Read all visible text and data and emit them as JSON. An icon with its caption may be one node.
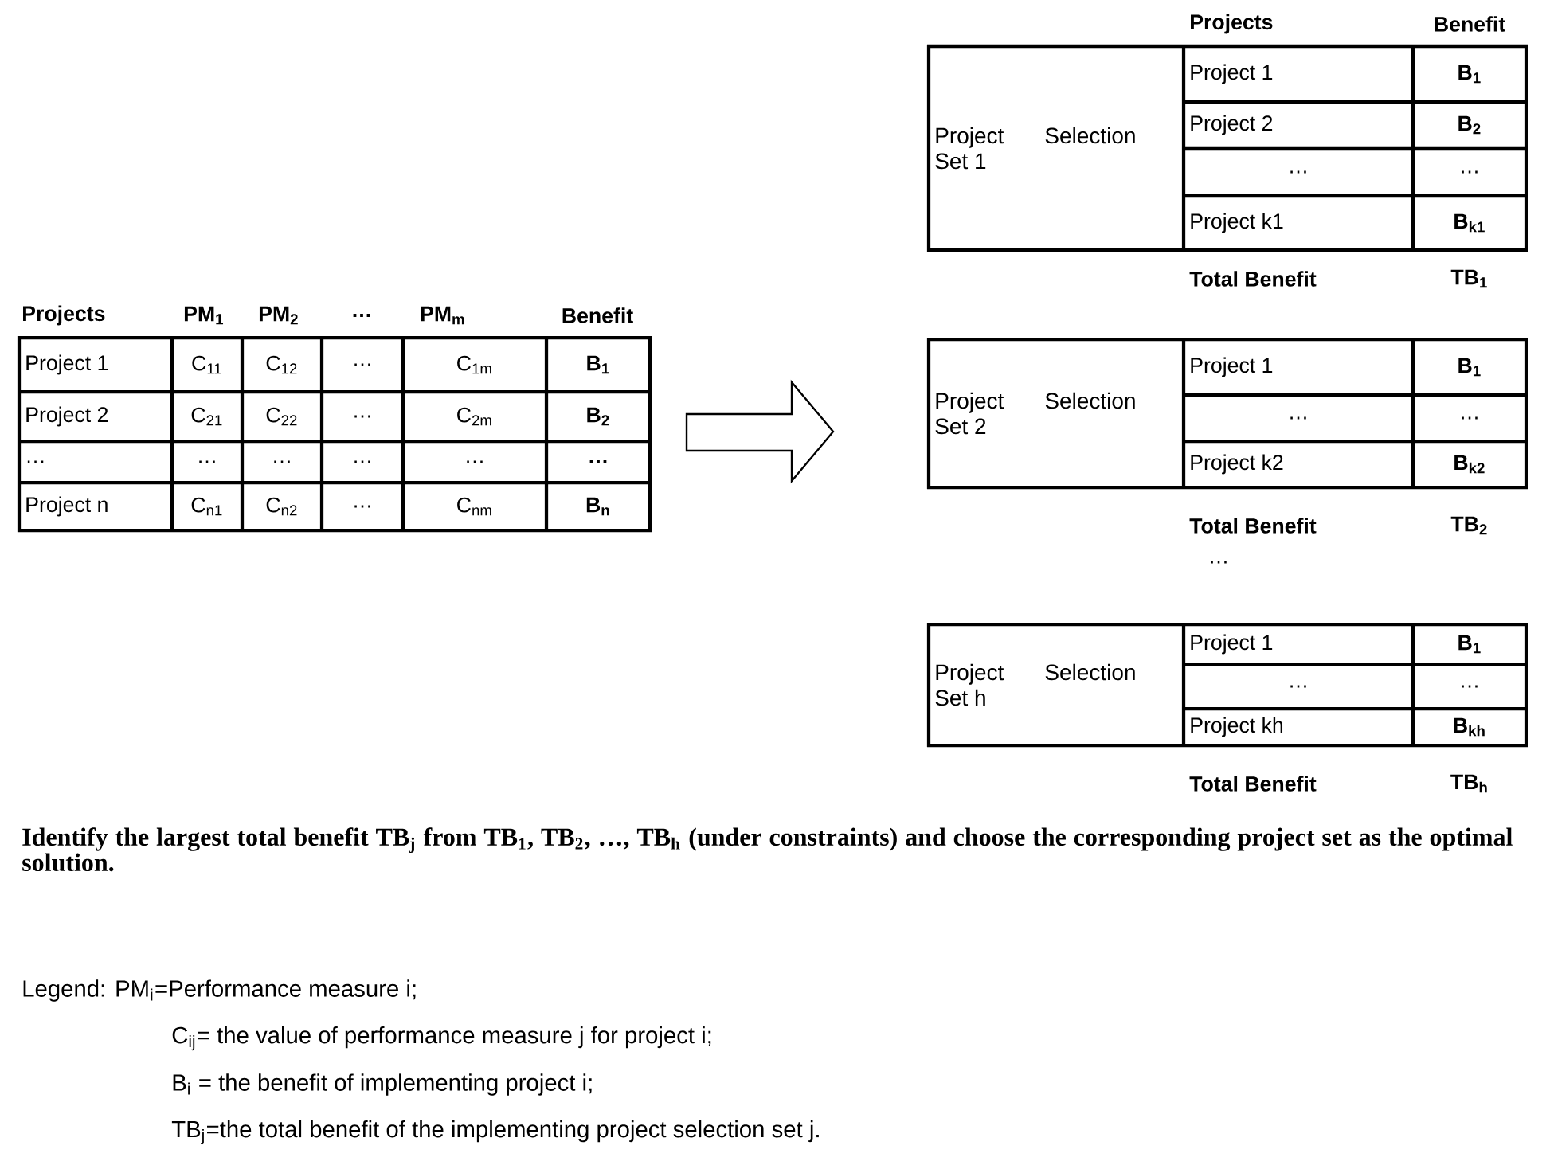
{
  "diagram": {
    "labels": [
      "Projects",
      "Benefit",
      "Project Selection Set 1",
      "Project 1",
      "B$_{1}$",
      "Project 2",
      "B$_{2}$",
      "…",
      "…",
      "Project k1",
      "B$_{k1}$",
      "Total Benefit",
      "TB$_{1}$",
      "Projects",
      "PM$_{1}$",
      "PM$_{2}$",
      "…",
      "PM$_{m}$",
      "Benefit",
      "Project 1",
      "C$_{11}$",
      "C$_{12}$",
      "…",
      "C$_{1m}$",
      "B$_{1}$",
      "Project 2",
      "C$_{21}$",
      "C$_{22}$",
      "…",
      "C$_{2m}$",
      "B$_{2}$",
      "…",
      "…",
      "…",
      "…",
      "…",
      "…",
      "Project n",
      "C$_{n1}$",
      "C$_{n2}$",
      "…",
      "C$_{nm}$",
      "B$_{n}$",
      "Project Selection Set 2",
      "Project 1",
      "B$_{1}$",
      "…",
      "…",
      "Project k2",
      "B$_{k2}$",
      "Total Benefit",
      "TB$_{2}$",
      "…",
      "Project Selection Set h",
      "Project 1",
      "B$_{1}$",
      "…",
      "…",
      "Project kh",
      "B$_{kh}$",
      "Total Benefit",
      "TB$_{h}$",
      "Identify the largest total benefit TB$_{j}$ from TB$_{1}$, TB$_{2}$, …, TB$_{h}$ (under constraints) and choose the corresponding project set as the optimal solution.",
      "Legend: PM$_{i}$=Performance measure i;",
      "C$_{ij}$= the value of performance measure j for project i;",
      "B$_{i}$ = the benefit of implementing project i;",
      "TB$_{j}$=the total benefit of the implementing project selection set j."
    ]
  }
}
